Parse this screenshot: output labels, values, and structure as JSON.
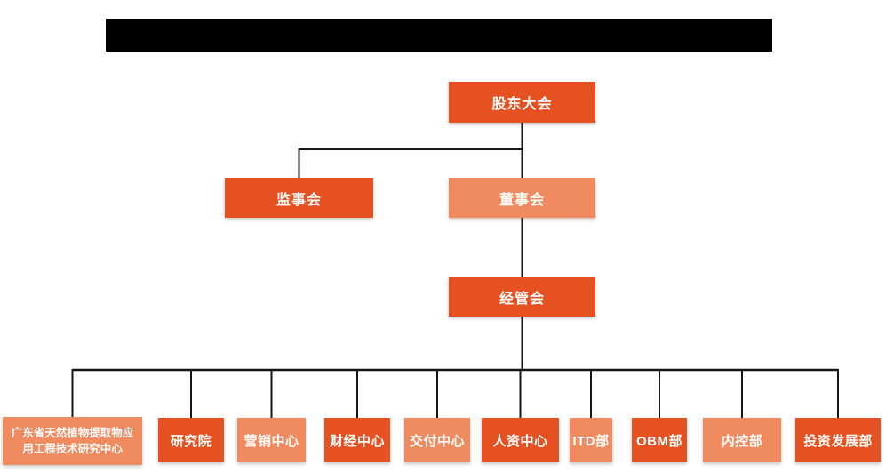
{
  "colors": {
    "primary": "#E55120",
    "secondary": "#F08B60",
    "line": "#161616",
    "redacted_bar": "#000000",
    "node_text": "#FFFFFF",
    "page_background": "#FFFFFF"
  },
  "header": {
    "title_redacted": true
  },
  "org_chart": {
    "root": {
      "label": "股东大会"
    },
    "level2": [
      {
        "label": "监事会",
        "variant": "primary"
      },
      {
        "label": "董事会",
        "variant": "secondary"
      }
    ],
    "level3": {
      "label": "经管会",
      "variant": "primary"
    },
    "departments": [
      {
        "label": "广东省天然植物提取物应用工程技术研究中心",
        "line1": "广东省天然植物提取物应",
        "line2": "用工程技术研究中心",
        "variant": "secondary"
      },
      {
        "label": "研究院",
        "variant": "primary"
      },
      {
        "label": "营销中心",
        "variant": "secondary"
      },
      {
        "label": "财经中心",
        "variant": "primary"
      },
      {
        "label": "交付中心",
        "variant": "secondary"
      },
      {
        "label": "人资中心",
        "variant": "primary"
      },
      {
        "label": "ITD部",
        "variant": "secondary"
      },
      {
        "label": "OBM部",
        "variant": "primary"
      },
      {
        "label": "内控部",
        "variant": "secondary"
      },
      {
        "label": "投资发展部",
        "variant": "primary"
      }
    ]
  }
}
